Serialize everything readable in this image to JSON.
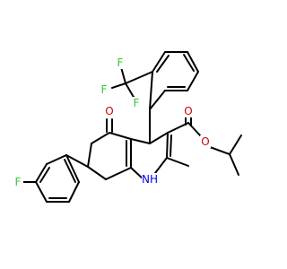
{
  "molecule": {
    "atoms": {
      "o_ketone": {
        "symbol": "O",
        "color": "#d40000"
      },
      "o_ester_carbonyl": {
        "symbol": "O",
        "color": "#d40000"
      },
      "o_ester": {
        "symbol": "O",
        "color": "#d40000"
      },
      "f_cf3_1": {
        "symbol": "F",
        "color": "#33cc33"
      },
      "f_cf3_2": {
        "symbol": "F",
        "color": "#33cc33"
      },
      "f_cf3_3": {
        "symbol": "F",
        "color": "#33cc33"
      },
      "f_aryl": {
        "symbol": "F",
        "color": "#33cc33"
      },
      "nh": {
        "symbol": "NH",
        "color": "#0000ff"
      }
    },
    "bond_color": "#000000"
  }
}
